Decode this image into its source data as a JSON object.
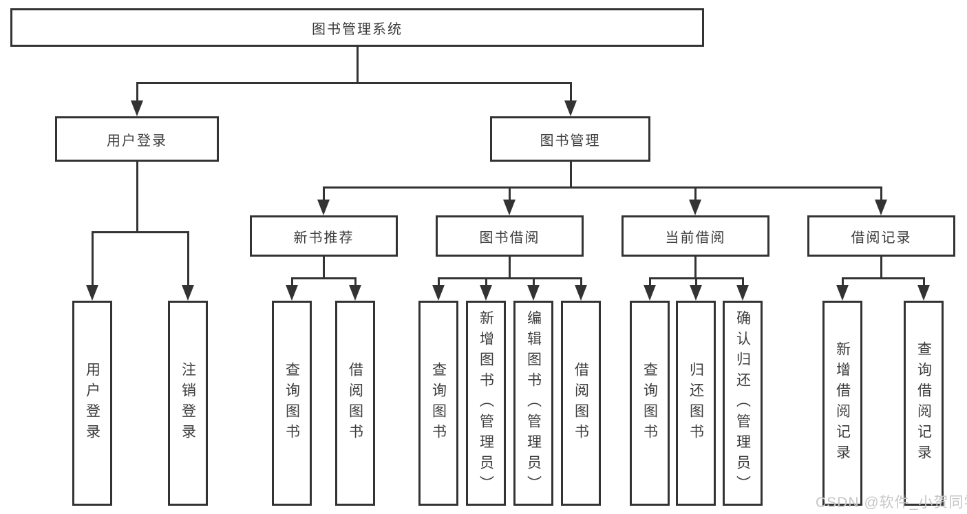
{
  "diagram": {
    "root": {
      "label": "图书管理系统"
    },
    "branches": [
      {
        "label": "用户登录",
        "children": [
          {
            "label": "用户登录"
          },
          {
            "label": "注销登录"
          }
        ]
      },
      {
        "label": "图书管理",
        "children": [
          {
            "label": "新书推荐",
            "children": [
              {
                "label": "查询图书"
              },
              {
                "label": "借阅图书"
              }
            ]
          },
          {
            "label": "图书借阅",
            "children": [
              {
                "label": "查询图书"
              },
              {
                "label": "新增图书（管理员）"
              },
              {
                "label": "编辑图书（管理员）"
              },
              {
                "label": "借阅图书"
              }
            ]
          },
          {
            "label": "当前借阅",
            "children": [
              {
                "label": "查询图书"
              },
              {
                "label": "归还图书"
              },
              {
                "label": "确认归还（管理员）"
              }
            ]
          },
          {
            "label": "借阅记录",
            "children": [
              {
                "label": "新增借阅记录"
              },
              {
                "label": "查询借阅记录"
              }
            ]
          }
        ]
      }
    ]
  },
  "watermark": {
    "text": "CSDN @软件_小贺同学"
  },
  "colors": {
    "line": "#333333",
    "box_border": "#333333",
    "box_fill": "#ffffff",
    "text": "#3d3d3d",
    "watermark": "#c6c6c6"
  }
}
